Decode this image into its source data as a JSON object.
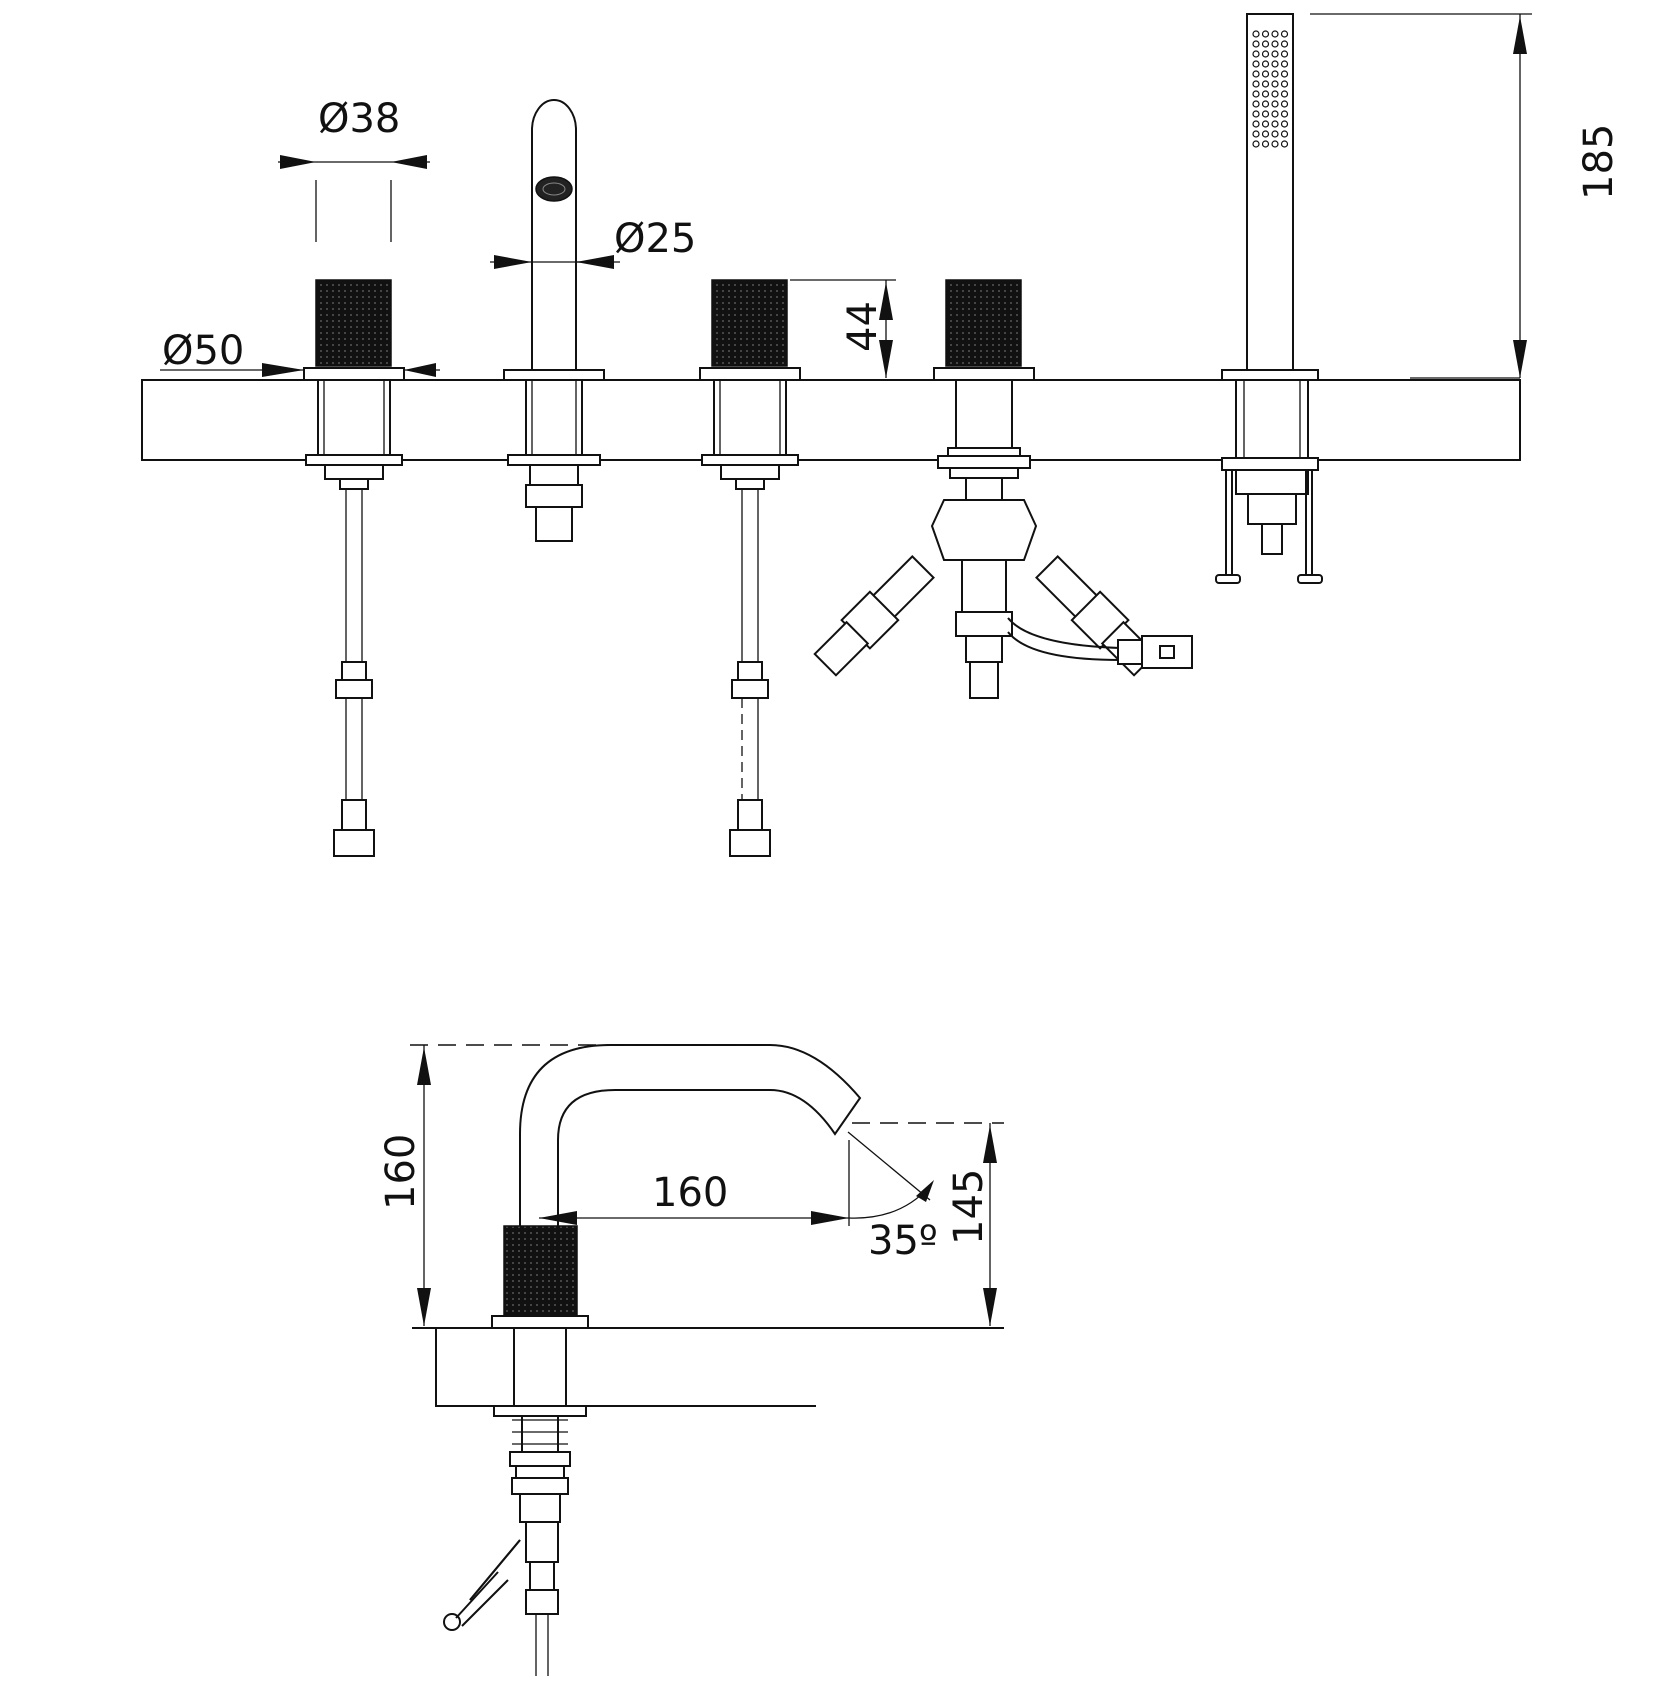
{
  "dimensions": {
    "handle_diameter": "Ø38",
    "spout_diameter": "Ø25",
    "base_diameter": "Ø50",
    "handle_height": "44",
    "handshower_height": "185",
    "spout_total_height": "160",
    "spout_reach": "160",
    "outlet_height": "145",
    "flow_angle": "35º"
  }
}
